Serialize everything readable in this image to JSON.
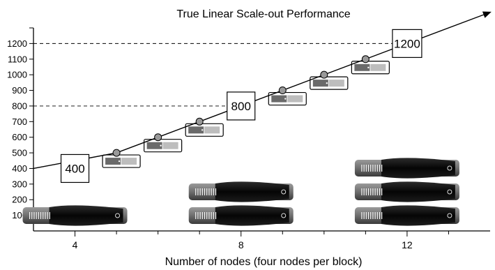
{
  "chart_data": {
    "type": "line",
    "title": "True Linear Scale-out Performance",
    "xlabel": "Number of nodes (four nodes per block)",
    "ylabel": "",
    "xlim": [
      3,
      14
    ],
    "ylim": [
      0,
      1300
    ],
    "x_ticks": [
      4,
      8,
      12
    ],
    "y_ticks": [
      100,
      200,
      300,
      400,
      500,
      600,
      700,
      800,
      900,
      1000,
      1100,
      1200
    ],
    "grid": false,
    "series": [
      {
        "name": "",
        "x": [
          3,
          5,
          6,
          7,
          9,
          10,
          11,
          14
        ],
        "y": [
          400,
          500,
          600,
          700,
          900,
          1000,
          1100,
          1400
        ],
        "marked_points": [
          {
            "x": 5,
            "y": 500
          },
          {
            "x": 6,
            "y": 600
          },
          {
            "x": 7,
            "y": 700
          },
          {
            "x": 9,
            "y": 900
          },
          {
            "x": 10,
            "y": 1000
          },
          {
            "x": 11,
            "y": 1100
          }
        ]
      }
    ],
    "annotations": [
      {
        "text": "400",
        "x": 4,
        "y": 400
      },
      {
        "text": "800",
        "x": 8,
        "y": 800
      },
      {
        "text": "1200",
        "x": 12,
        "y": 1200
      }
    ],
    "reference_lines": [
      {
        "y": 800,
        "style": "dashed"
      },
      {
        "y": 1200,
        "style": "dashed"
      }
    ],
    "server_blocks": [
      {
        "x": 4,
        "count": 1
      },
      {
        "x": 8,
        "count": 2
      },
      {
        "x": 12,
        "count": 3
      }
    ],
    "colors": {
      "line": "#000000",
      "marker": "#999999",
      "server_body": "#1a1a1a",
      "server_trim": "#7a7a7a"
    }
  }
}
